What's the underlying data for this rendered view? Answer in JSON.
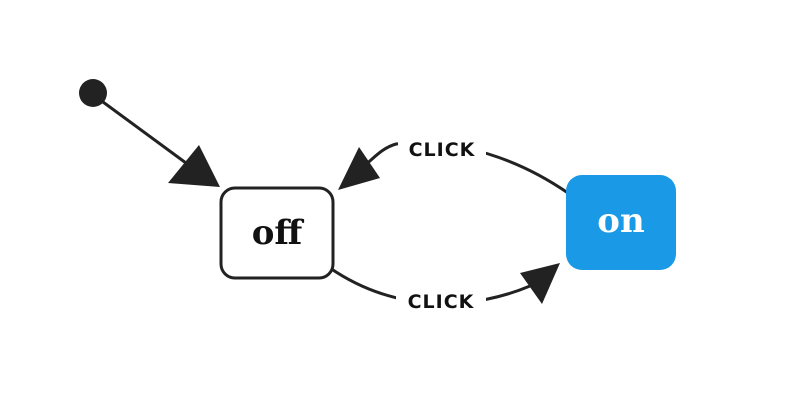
{
  "diagram": {
    "states": {
      "off": {
        "label": "off"
      },
      "on": {
        "label": "on"
      }
    },
    "transitions": {
      "off_to_on": {
        "label": "CLICK"
      },
      "on_to_off": {
        "label": "CLICK"
      }
    }
  },
  "colors": {
    "edge": "#222222",
    "off_fill": "#ffffff",
    "off_stroke": "#222222",
    "off_text": "#111111",
    "on_fill": "#1a9ae6",
    "on_text": "#ffffff",
    "label_bg": "#ffffff"
  }
}
